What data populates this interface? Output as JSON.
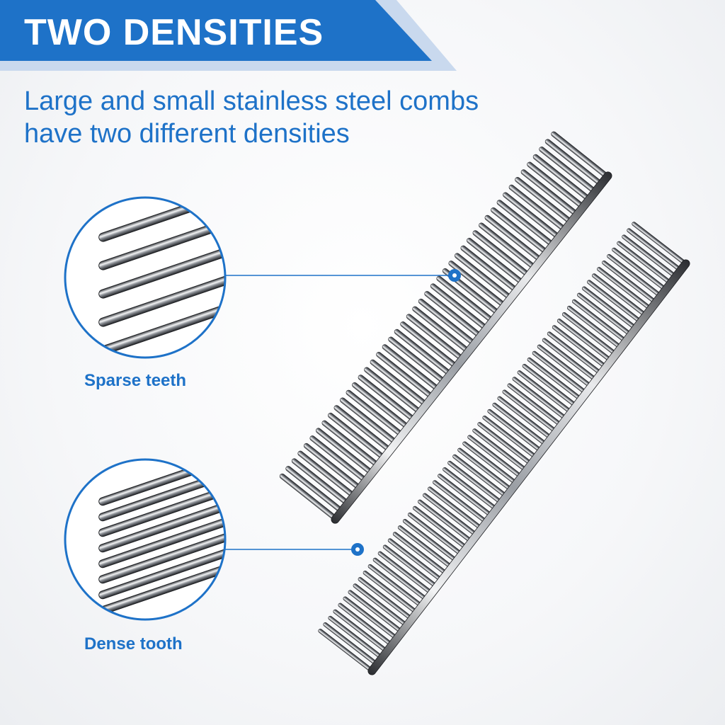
{
  "banner": {
    "title": "TWO DENSITIES"
  },
  "subtitle": {
    "line1": "Large and small stainless steel combs",
    "line2": "have two different densities"
  },
  "callouts": [
    {
      "label": "Sparse teeth"
    },
    {
      "label": "Dense tooth"
    }
  ],
  "colors": {
    "brand_blue": "#1e72c8",
    "banner_shadow": "#c9d9ee"
  },
  "icons": [
    "comb-image",
    "sparse-teeth-magnifier",
    "dense-teeth-magnifier"
  ]
}
